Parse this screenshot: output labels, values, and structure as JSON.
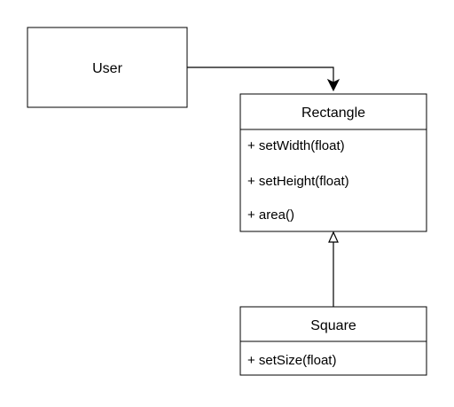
{
  "diagram": {
    "user_box": {
      "label": "User"
    },
    "rectangle_class": {
      "name": "Rectangle",
      "members": [
        "+ setWidth(float)",
        "+ setHeight(float)",
        "+ area()"
      ]
    },
    "square_class": {
      "name": "Square",
      "members": [
        "+ setSize(float)"
      ]
    },
    "relationships": [
      {
        "from": "User",
        "to": "Rectangle",
        "kind": "association"
      },
      {
        "from": "Square",
        "to": "Rectangle",
        "kind": "inheritance"
      }
    ]
  }
}
